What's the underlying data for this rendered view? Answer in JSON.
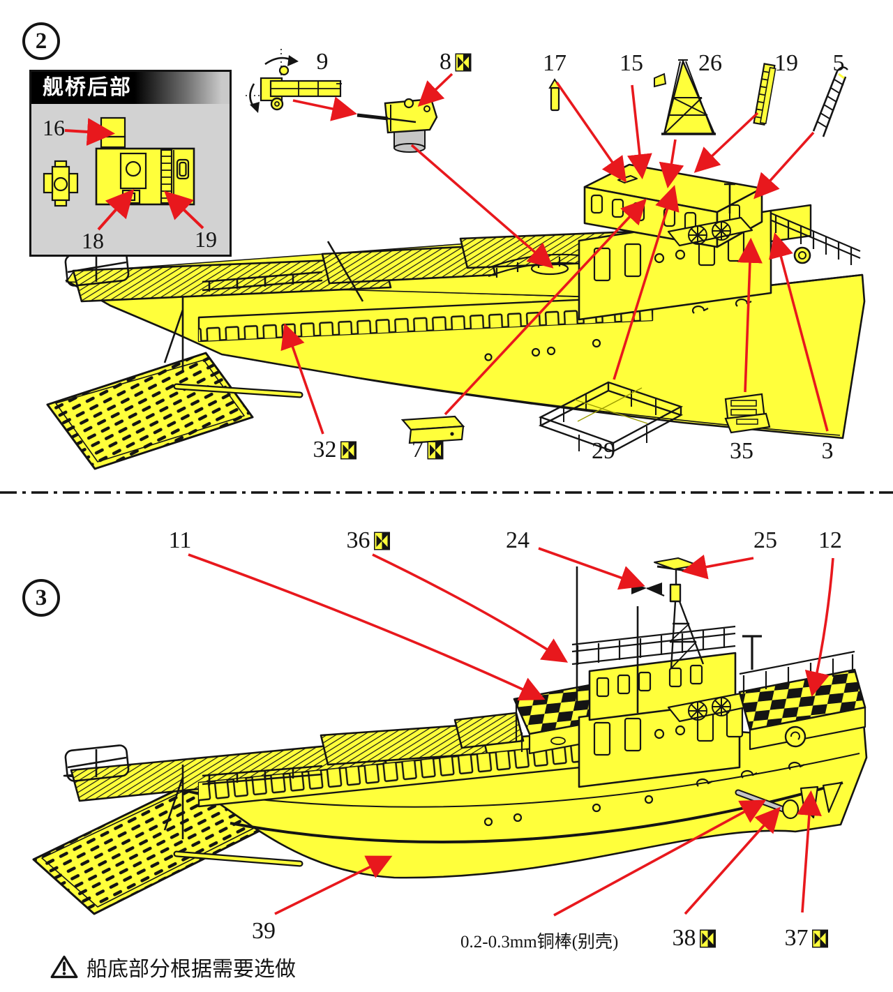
{
  "colors": {
    "yellow": "#ffff3b",
    "red": "#e8181d",
    "ink": "#141414",
    "metal_gray": "#c6c6c6",
    "inset_bg": "#d2d2d2"
  },
  "step2": {
    "badge": "2",
    "inset": {
      "title": "舰桥后部",
      "callouts": [
        {
          "id": "16"
        },
        {
          "id": "18"
        },
        {
          "id": "19"
        }
      ]
    },
    "callouts": [
      {
        "id": "9",
        "pe": false
      },
      {
        "id": "8",
        "pe": true
      },
      {
        "id": "17",
        "pe": false
      },
      {
        "id": "15",
        "pe": false
      },
      {
        "id": "26",
        "pe": false
      },
      {
        "id": "19",
        "pe": false
      },
      {
        "id": "5",
        "pe": false
      },
      {
        "id": "32",
        "pe": true
      },
      {
        "id": "7",
        "pe": true
      },
      {
        "id": "29",
        "pe": false
      },
      {
        "id": "35",
        "pe": false
      },
      {
        "id": "3",
        "pe": false
      }
    ]
  },
  "step3": {
    "badge": "3",
    "callouts": [
      {
        "id": "11",
        "pe": false
      },
      {
        "id": "36",
        "pe": true
      },
      {
        "id": "24",
        "pe": false
      },
      {
        "id": "25",
        "pe": false
      },
      {
        "id": "12",
        "pe": false
      },
      {
        "id": "39",
        "pe": false
      },
      {
        "id": "38",
        "pe": true
      },
      {
        "id": "37",
        "pe": true
      }
    ],
    "copper_note": "0.2-0.3mm铜棒(别壳)",
    "warning": "船底部分根据需要选做"
  }
}
